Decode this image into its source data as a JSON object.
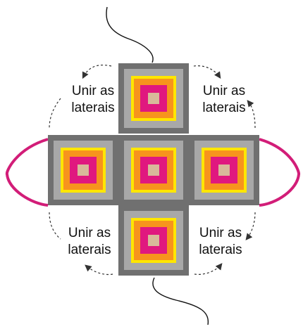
{
  "labels": {
    "top_left": {
      "line1": "Unir as",
      "line2": "laterais"
    },
    "top_right": {
      "line1": "Unir as",
      "line2": "laterais"
    },
    "bottom_left": {
      "line1": "Unir as",
      "line2": "laterais"
    },
    "bottom_right": {
      "line1": "Unir as",
      "line2": "laterais"
    }
  },
  "colors": {
    "square_outer": "#707070",
    "square_frame": "#a8a8a8",
    "square_yellow": "#ffe600",
    "square_orange": "#f7941d",
    "square_magenta": "#e0187f",
    "square_center": "#d8b99a",
    "strap": "#d21d78",
    "arrow": "#333333",
    "thread": "#111111"
  },
  "tiles": [
    "top",
    "left",
    "center",
    "right",
    "bottom"
  ]
}
